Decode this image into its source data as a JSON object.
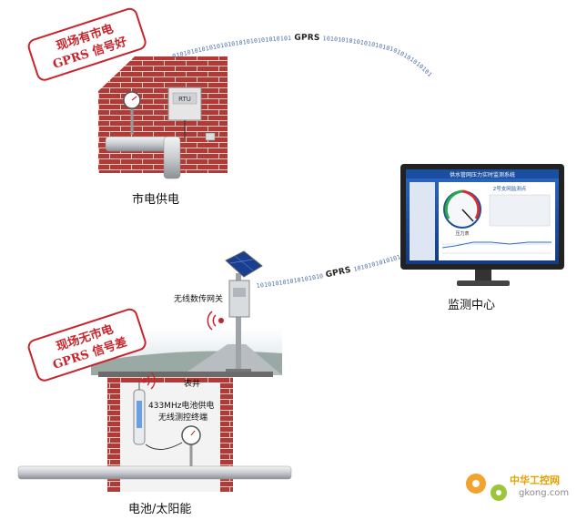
{
  "labels": {
    "site_a_caption": "市电供电",
    "site_b_caption": "电池/太阳能",
    "center_caption": "监测中心",
    "gateway_label": "无线数传网关",
    "meter_well_label": "表井",
    "terminal_label_line1": "433MHz电池供电",
    "terminal_label_line2": "无线测控终端",
    "rtu_label": "RTU"
  },
  "stamps": {
    "site_a_line1": "现场有市电",
    "site_a_line2": "GPRS 信号好",
    "site_b_line1": "现场无市电",
    "site_b_line2": "GPRS 信号差"
  },
  "links": {
    "upper_binary_left": "01010101010101010101010101010101",
    "upper_gprs": "GPRS",
    "upper_binary_right": "1010101010101010101010101010101",
    "lower_binary_left": "101010101010101010",
    "lower_gprs": "GPRS",
    "lower_binary_right": "1010101010101010101"
  },
  "monitor": {
    "title": "供水管网压力实时监测系统",
    "panel_title": "2号支网监测点",
    "gauge_label": "压力表"
  },
  "watermark": {
    "brand": "中华工控网",
    "url": "gkong.com"
  },
  "colors": {
    "brick": "#b23a36",
    "mortar": "#e9c8c4",
    "stamp_red": "#c8242b",
    "screen_blue": "#1a4fa0",
    "link_blue": "#4a6fa5"
  }
}
